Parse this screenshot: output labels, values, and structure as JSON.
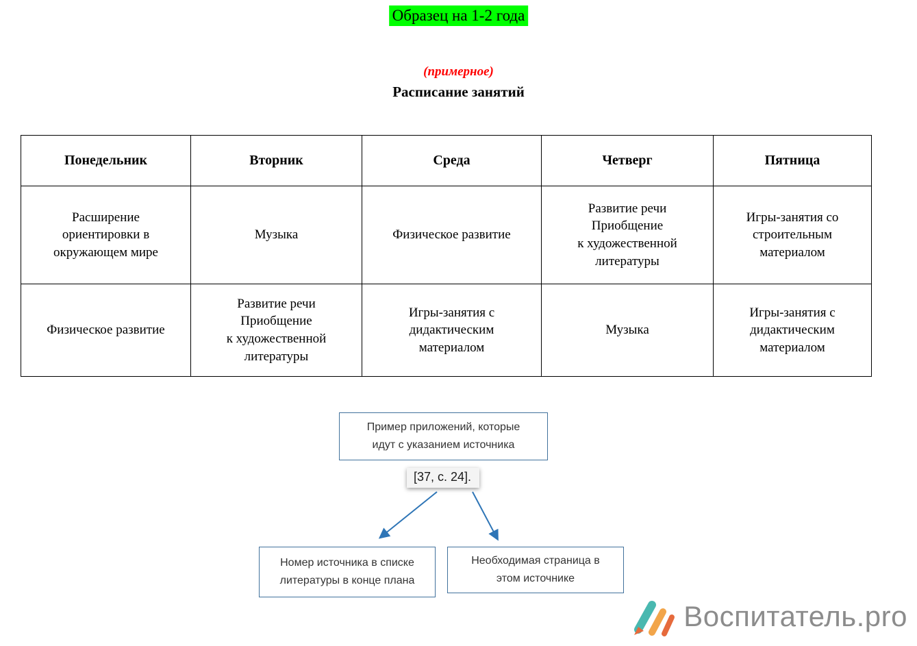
{
  "page": {
    "title_highlight": "Образец на 1-2 года",
    "subtitle_note": "(примерное)",
    "subtitle": "Расписание занятий"
  },
  "schedule_table": {
    "headers": [
      "Понедельник",
      "Вторник",
      "Среда",
      "Четверг",
      "Пятница"
    ],
    "rows": [
      [
        "Расширение\nориентировки в\nокружающем мире",
        "Музыка",
        "Физическое развитие",
        "Развитие речи\nПриобщение\nк художественной\nлитературы",
        "Игры-занятия со\nстроительным\nматериалом"
      ],
      [
        "Физическое развитие",
        "Развитие речи\nПриобщение\nк художественной\nлитературы",
        "Игры-занятия с\nдидактическим\nматериалом",
        "Музыка",
        "Игры-занятия с\nдидактическим\nматериалом"
      ]
    ]
  },
  "diagram": {
    "top_box": "Пример приложений, которые\nидут с указанием источника",
    "citation": "[37, с. 24].",
    "left_box": "Номер источника в списке\nлитературы в конце плана",
    "right_box": "Необходимая страница в\nэтом источнике"
  },
  "logo": {
    "text": "Воспитатель.pro"
  },
  "colors": {
    "highlight_green": "#00ff00",
    "note_red": "#ff0000",
    "table_border": "#000000",
    "diagram_box_border": "#41719c",
    "arrow_blue": "#2e75b6",
    "logo_gray": "#8c8c8c",
    "logo_teal": "#49b8b0",
    "logo_orange": "#e66a3c",
    "logo_amber": "#f2a54a"
  }
}
